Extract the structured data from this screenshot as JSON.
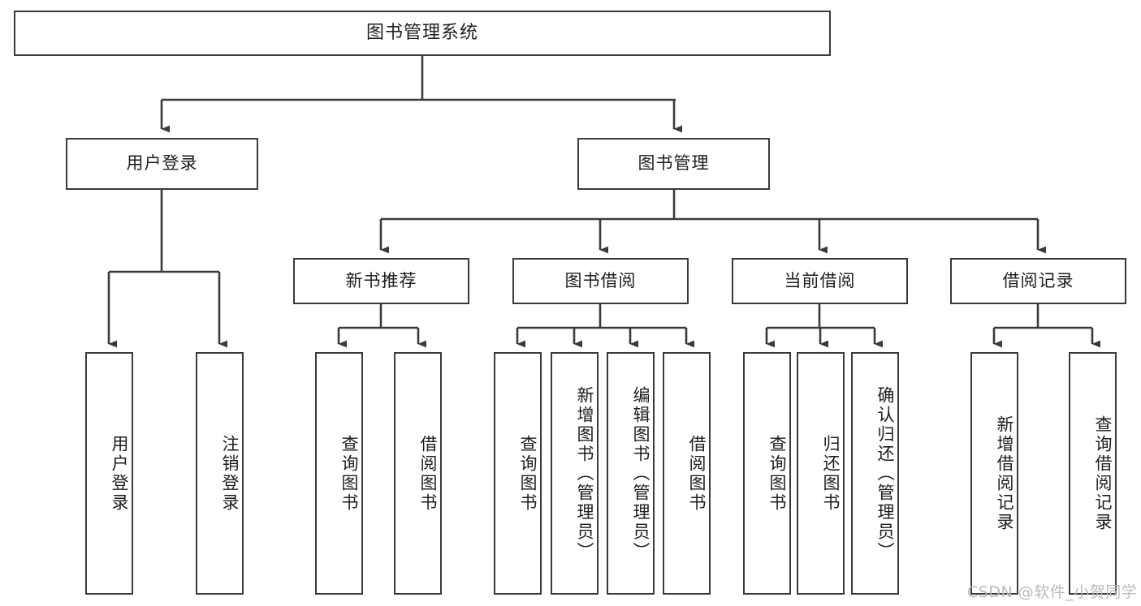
{
  "diagram": {
    "title": "图书管理系统",
    "type": "tree-hierarchy-flowchart",
    "watermark": "CSDN @软件_小贺同学",
    "colors": {
      "stroke": "#3a3a3a",
      "fill": "#ffffff",
      "text": "#1d1d1d",
      "watermark": "#b9b9b9"
    },
    "nodes": {
      "root": {
        "label": "图书管理系统"
      },
      "level2": [
        {
          "id": "user-login",
          "label": "用户登录"
        },
        {
          "id": "book-manage",
          "label": "图书管理"
        }
      ],
      "level3": [
        {
          "id": "new-book-recommend",
          "label": "新书推荐"
        },
        {
          "id": "book-borrow",
          "label": "图书借阅"
        },
        {
          "id": "current-borrow",
          "label": "当前借阅"
        },
        {
          "id": "borrow-record",
          "label": "借阅记录"
        }
      ],
      "leaves": {
        "user_login": [
          {
            "id": "leaf-user-login",
            "label": "用户登录"
          },
          {
            "id": "leaf-logout-login",
            "label": "注销登录"
          }
        ],
        "new_book_recommend": [
          {
            "id": "leaf-query-book-1",
            "label": "查询图书"
          },
          {
            "id": "leaf-borrow-book-1",
            "label": "借阅图书"
          }
        ],
        "book_borrow": [
          {
            "id": "leaf-query-book-2",
            "label": "查询图书"
          },
          {
            "id": "leaf-add-book",
            "label": "新增图书（管理员）"
          },
          {
            "id": "leaf-edit-book",
            "label": "编辑图书（管理员）"
          },
          {
            "id": "leaf-borrow-book-2",
            "label": "借阅图书"
          }
        ],
        "current_borrow": [
          {
            "id": "leaf-query-book-3",
            "label": "查询图书"
          },
          {
            "id": "leaf-return-book",
            "label": "归还图书"
          },
          {
            "id": "leaf-confirm-return",
            "label": "确认归还（管理员）"
          }
        ],
        "borrow_record": [
          {
            "id": "leaf-add-borrow-record",
            "label": "新增借阅记录"
          },
          {
            "id": "leaf-query-borrow-record",
            "label": "查询借阅记录"
          }
        ]
      }
    }
  }
}
